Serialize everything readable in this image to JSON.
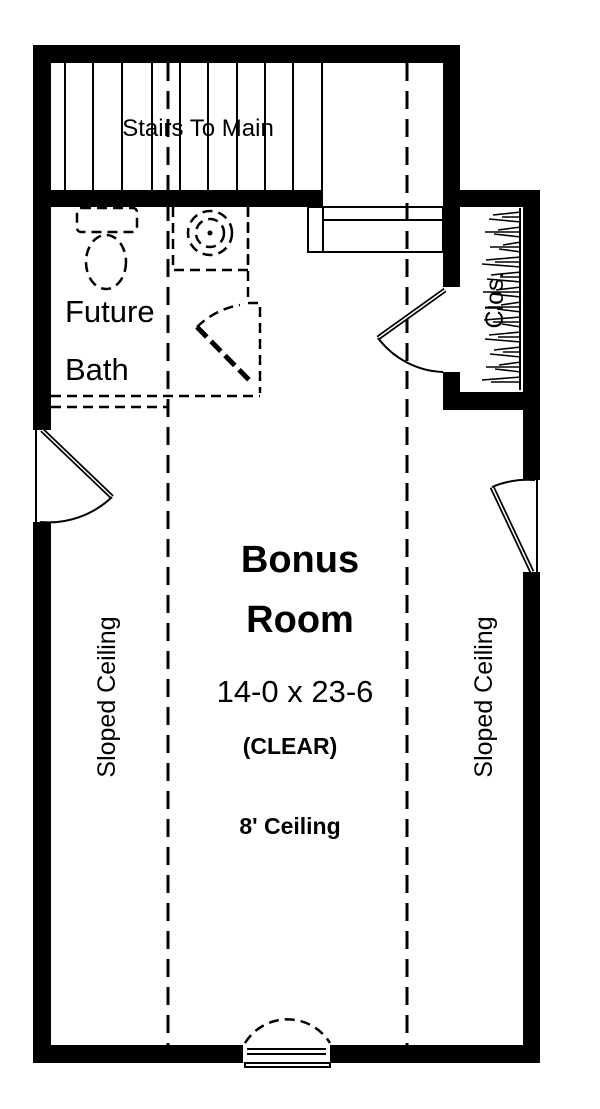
{
  "labels": {
    "stairs": "Stairs To Main",
    "bath_line1": "Future",
    "bath_line2": "Bath",
    "closet": "Clos.",
    "room_line1": "Bonus",
    "room_line2": "Room",
    "dimensions": "14-0 x 23-6",
    "clear": "(CLEAR)",
    "ceiling": "8' Ceiling",
    "sloped_left": "Sloped Ceiling",
    "sloped_right": "Sloped Ceiling"
  },
  "colors": {
    "ink": "#000000",
    "background": "#ffffff"
  }
}
